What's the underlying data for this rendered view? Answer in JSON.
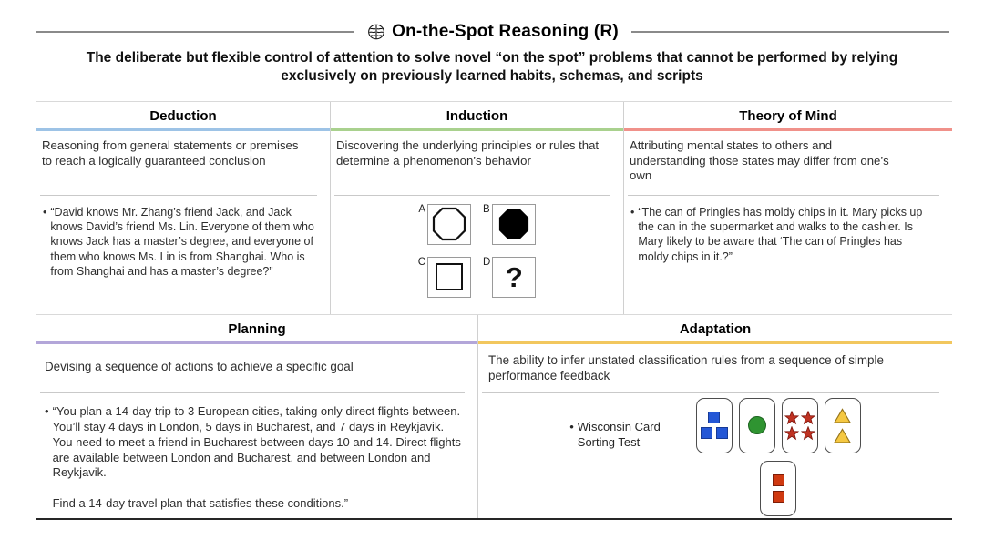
{
  "title": {
    "icon": "brain",
    "text": "On-the-Spot Reasoning (R)"
  },
  "subtitle": "The deliberate but flexible control of attention to solve novel “on the spot” problems that cannot be performed by relying exclusively on previously learned habits, schemas, and scripts",
  "top_sections": [
    {
      "header": "Deduction",
      "accent": "#9dc3e6",
      "definition": "Reasoning from general statements or premises to reach a logically guaranteed conclusion",
      "bullet": "•",
      "example": "“David knows Mr. Zhang’s friend Jack, and Jack knows David’s friend Ms. Lin. Everyone of them who knows Jack has a master’s degree, and everyone of them who knows Ms. Lin is from Shanghai. Who is from Shanghai and has a master’s degree?”"
    },
    {
      "header": "Induction",
      "accent": "#a9d18e",
      "definition": "Discovering the underlying principles or rules that determine a phenomenon’s behavior",
      "example_grid": [
        {
          "label": "A",
          "shape": "octagon-outline"
        },
        {
          "label": "B",
          "shape": "octagon-filled"
        },
        {
          "label": "C",
          "shape": "square-outline"
        },
        {
          "label": "D",
          "shape": "question-mark",
          "glyph": "?"
        }
      ]
    },
    {
      "header": "Theory of Mind",
      "accent": "#f0918a",
      "definition": "Attributing mental states to others and understanding those states may differ from one’s own",
      "bullet": "•",
      "example": "“The can of Pringles has moldy chips in it. Mary picks up the can in the supermarket and walks to the cashier. Is Mary likely to be aware that ‘The can of Pringles has moldy chips in it.?”"
    }
  ],
  "bottom_sections": [
    {
      "header": "Planning",
      "accent": "#b3a6d9",
      "definition": "Devising a sequence of actions to achieve a specific goal",
      "bullet": "•",
      "example_p1": "“You plan a 14-day trip to 3 European cities, taking only direct flights between. You’ll stay 4 days in London, 5 days in Bucharest, and 7 days in Reykjavik. You need to meet a friend in Bucharest between days 10 and 14. Direct flights are available between London and Bucharest, and between London and Reykjavik.",
      "example_p2": "Find a 14-day travel plan that satisfies these conditions.”"
    },
    {
      "header": "Adaptation",
      "accent": "#f2c75e",
      "definition": "The ability to infer unstated classification rules from a sequence of simple performance feedback",
      "bullet": "•",
      "example_label": "Wisconsin Card Sorting Test",
      "cards": [
        {
          "name": "three-blue-squares",
          "shape": "square",
          "count": 3,
          "fill": "#2457d6",
          "stroke": "#173a96"
        },
        {
          "name": "one-green-circle",
          "shape": "circle",
          "count": 1,
          "fill": "#2f9431",
          "stroke": "#1d6320"
        },
        {
          "name": "four-red-stars",
          "shape": "star",
          "count": 4,
          "fill": "#bf3222",
          "stroke": "#7c150c"
        },
        {
          "name": "two-yellow-triangles",
          "shape": "triangle",
          "count": 2,
          "fill": "#f5c842",
          "stroke": "#97751a"
        }
      ],
      "stimulus_card": {
        "name": "two-red-squares",
        "shape": "square",
        "count": 2,
        "fill": "#cf3910",
        "stroke": "#7e1d07"
      }
    }
  ]
}
